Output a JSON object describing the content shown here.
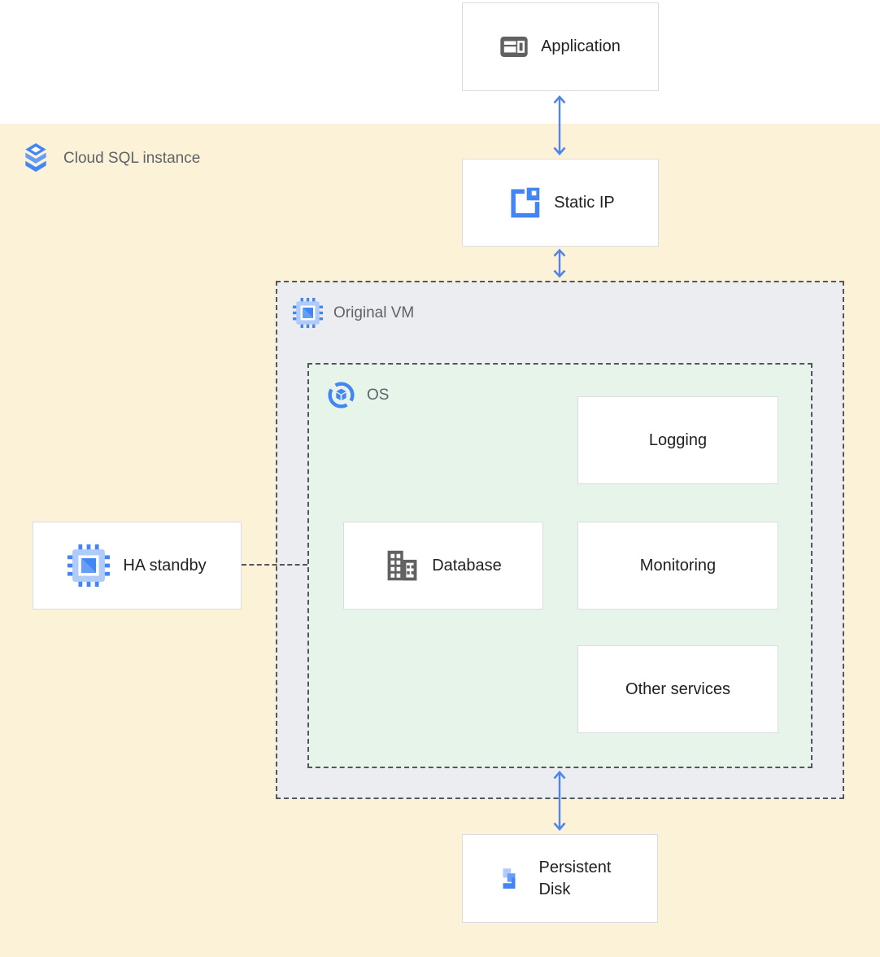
{
  "diagram": {
    "regions": {
      "cloud_sql": {
        "label": "Cloud SQL instance"
      },
      "original_vm": {
        "label": "Original VM"
      },
      "os": {
        "label": "OS"
      }
    },
    "nodes": {
      "application": {
        "label": "Application"
      },
      "static_ip": {
        "label": "Static IP"
      },
      "ha_standby": {
        "label": "HA standby"
      },
      "database": {
        "label": "Database"
      },
      "logging": {
        "label": "Logging"
      },
      "monitoring": {
        "label": "Monitoring"
      },
      "other_services": {
        "label": "Other services"
      },
      "persistent_disk": {
        "label": "Persistent Disk"
      }
    },
    "connections": [
      {
        "from": "application",
        "to": "static_ip",
        "style": "double-arrow"
      },
      {
        "from": "static_ip",
        "to": "original_vm",
        "style": "double-arrow"
      },
      {
        "from": "os",
        "to": "persistent_disk",
        "style": "double-arrow"
      },
      {
        "from": "ha_standby",
        "to": "os",
        "style": "dashed-line"
      }
    ],
    "icons": {
      "application": "app-window-icon",
      "cloud_sql": "cloud-sql-stack-icon",
      "static_ip": "external-ip-icon",
      "original_vm": "compute-engine-icon",
      "ha_standby": "compute-engine-icon",
      "os": "os-image-icon",
      "database": "datacenter-building-icon",
      "persistent_disk": "persistent-disk-icon"
    },
    "colors": {
      "background_top": "#ffffff",
      "cloud_sql_region": "#fbf2d7",
      "vm_region": "#ebedf0",
      "os_region": "#e6f4ea",
      "node_border": "#dadce0",
      "dashed_border": "#53565a",
      "arrow": "#5185ec",
      "node_text": "#212121",
      "region_label_text": "#5f6368",
      "icon_gray": "#616161",
      "icon_blue_dark": "#4285f4",
      "icon_blue_mid": "#669df6",
      "icon_blue_light": "#aecbfa"
    }
  }
}
